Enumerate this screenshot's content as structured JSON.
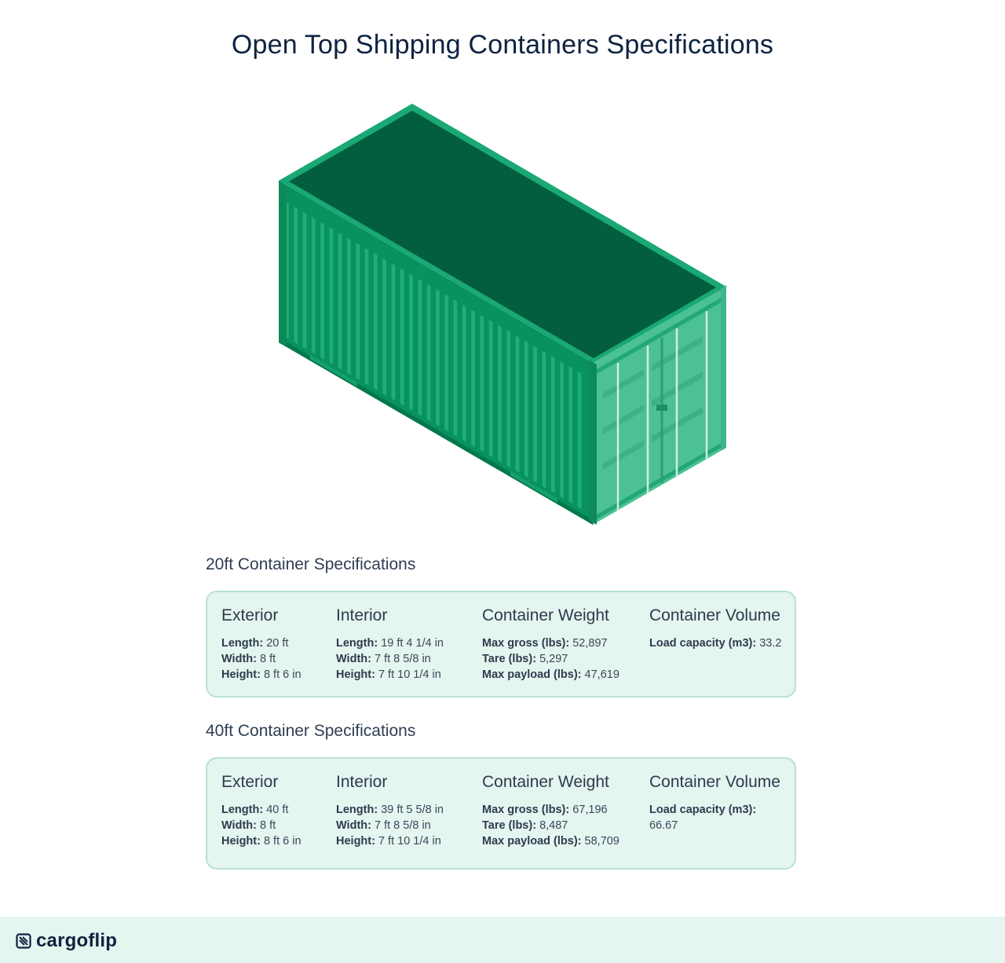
{
  "page": {
    "title": "Open Top Shipping Containers Specifications"
  },
  "sections": [
    {
      "title": "20ft Container Specifications",
      "columns": [
        {
          "heading": "Exterior",
          "lines": [
            {
              "label": "Length:",
              "value": "20 ft"
            },
            {
              "label": "Width:",
              "value": "8 ft"
            },
            {
              "label": "Height:",
              "value": "8 ft 6 in"
            }
          ]
        },
        {
          "heading": "Interior",
          "lines": [
            {
              "label": "Length:",
              "value": "19 ft 4 1/4 in"
            },
            {
              "label": "Width:",
              "value": "7 ft 8 5/8 in"
            },
            {
              "label": "Height:",
              "value": "7 ft 10 1/4 in"
            }
          ]
        },
        {
          "heading": "Container Weight",
          "lines": [
            {
              "label": "Max gross (lbs):",
              "value": "52,897"
            },
            {
              "label": "Tare (lbs):",
              "value": "5,297"
            },
            {
              "label": "Max payload (lbs):",
              "value": "47,619"
            }
          ]
        },
        {
          "heading": "Container Volume",
          "lines": [
            {
              "label": "Load capacity (m3):",
              "value": "33.2"
            }
          ]
        }
      ]
    },
    {
      "title": "40ft Container Specifications",
      "columns": [
        {
          "heading": "Exterior",
          "lines": [
            {
              "label": "Length:",
              "value": "40 ft"
            },
            {
              "label": "Width:",
              "value": "8 ft"
            },
            {
              "label": "Height:",
              "value": "8 ft 6 in"
            }
          ]
        },
        {
          "heading": "Interior",
          "lines": [
            {
              "label": "Length:",
              "value": "39 ft 5 5/8 in"
            },
            {
              "label": "Width:",
              "value": "7 ft 8 5/8 in"
            },
            {
              "label": "Height:",
              "value": "7 ft 10 1/4 in"
            }
          ]
        },
        {
          "heading": "Container Weight",
          "lines": [
            {
              "label": "Max gross (lbs):",
              "value": "67,196"
            },
            {
              "label": "Tare (lbs):",
              "value": "8,487"
            },
            {
              "label": "Max payload (lbs):",
              "value": "58,709"
            }
          ]
        },
        {
          "heading": "Container Volume",
          "lines": [
            {
              "label": "Load capacity (m3):",
              "value": "66.67"
            }
          ]
        }
      ]
    }
  ],
  "footer": {
    "brand": "cargoflip",
    "logo_icon": "cargoflip-logo-icon"
  },
  "colors": {
    "container_roof": "#025e3e",
    "container_side": "#07925f",
    "container_end": "#4cc195",
    "card_bg": "#e5f5ef",
    "card_border": "#b6e3d2",
    "title": "#0f2340"
  }
}
